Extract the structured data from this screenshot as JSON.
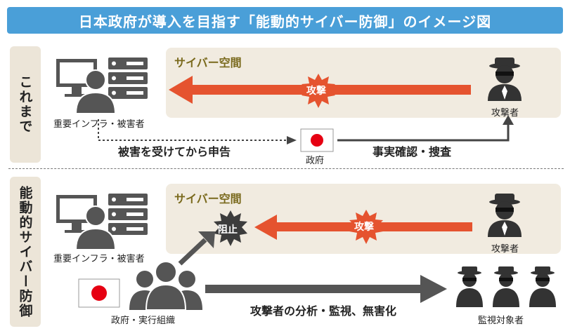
{
  "title": "日本政府が導入を目指す「能動的サイバー防御」のイメージ図",
  "colors": {
    "title_bg": "#4a9fd8",
    "arrow_attack": "#e5532f",
    "panel": "#f1ebe0",
    "side": "#ece5d8",
    "icon": "#555555"
  },
  "before": {
    "section_label": "これまで",
    "cyber_space_label": "サイバー空間",
    "attack_label": "攻撃",
    "attacker_label": "攻撃者",
    "victim_label": "重要インフラ・被害者",
    "report_label": "被害を受けてから申告",
    "government_label": "政府",
    "investigation_label": "事実確認・捜査"
  },
  "after": {
    "section_label": "能動的サイバー防御",
    "cyber_space_label": "サイバー空間",
    "attack_label": "攻撃",
    "block_label": "阻止",
    "attacker_label": "攻撃者",
    "victim_label": "重要インフラ・被害者",
    "government_label": "政府・実行組織",
    "analysis_label": "攻撃者の分析・監視、無害化",
    "monitored_label": "監視対象者"
  },
  "icons": [
    "computer-icon",
    "server-icon",
    "user-silhouette-icon",
    "hacker-icon",
    "japan-flag-icon",
    "group-icon"
  ]
}
